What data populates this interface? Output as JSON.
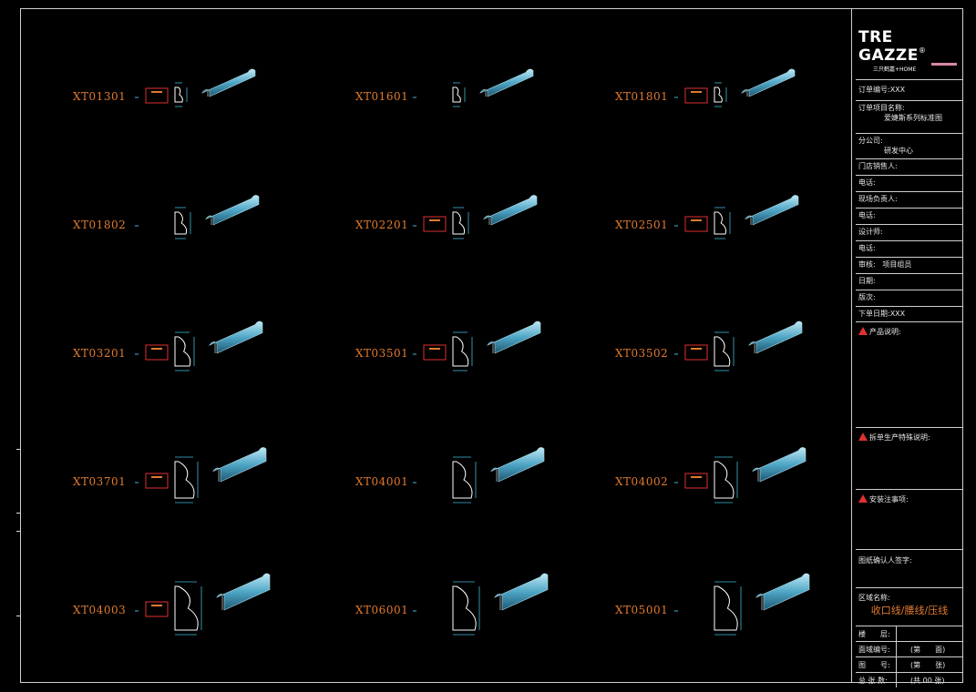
{
  "items": [
    {
      "code": "XT01301"
    },
    {
      "code": "XT01601"
    },
    {
      "code": "XT01801"
    },
    {
      "code": "XT01802"
    },
    {
      "code": "XT02201"
    },
    {
      "code": "XT02501"
    },
    {
      "code": "XT03201"
    },
    {
      "code": "XT03501"
    },
    {
      "code": "XT03502"
    },
    {
      "code": "XT03701"
    },
    {
      "code": "XT04001"
    },
    {
      "code": "XT04002"
    },
    {
      "code": "XT04003"
    },
    {
      "code": "XT06001"
    },
    {
      "code": "XT05001"
    }
  ],
  "logo": {
    "main": "TRE GAZZE",
    "sub": "三只鹤嘉+HOME",
    "reg": "®"
  },
  "title_block": {
    "order_no": "订单编号:XXX",
    "project_label": "订单项目名称:",
    "project_value": "爱婕斯系列标准图",
    "branch_label": "分公司:",
    "branch_value": "研发中心",
    "store_contact": "门店销售人:",
    "phone1": "电话:",
    "site_contact": "现场负责人:",
    "phone2": "电话:",
    "designer": "设计师:",
    "phone3": "电话:",
    "review_label": "审核:",
    "review_value": "项目组员",
    "date": "日期:",
    "version": "版次:",
    "order_date": "下单日期:XXX",
    "product_desc": "产品说明:",
    "special_notes": "拆单生产特殊说明:",
    "install_notes": "安装注事项:",
    "confirm_sign": "图纸确认人签字:",
    "area_label": "区域名称:",
    "category": "收口线/腰线/压线",
    "floor_label": "楼　　层:",
    "face_label": "面域编号:",
    "face_value": "(第　　面)",
    "drawing_label": "图　　号:",
    "drawing_value": "(第　　张)",
    "total_label": "总 张 数:",
    "total_value": "(共 00 张)"
  },
  "colors": {
    "accent": "#e07a2e",
    "cad_cyan": "#3fb8d8",
    "frame": "#cfcfcf",
    "red_box": "#e03030"
  }
}
